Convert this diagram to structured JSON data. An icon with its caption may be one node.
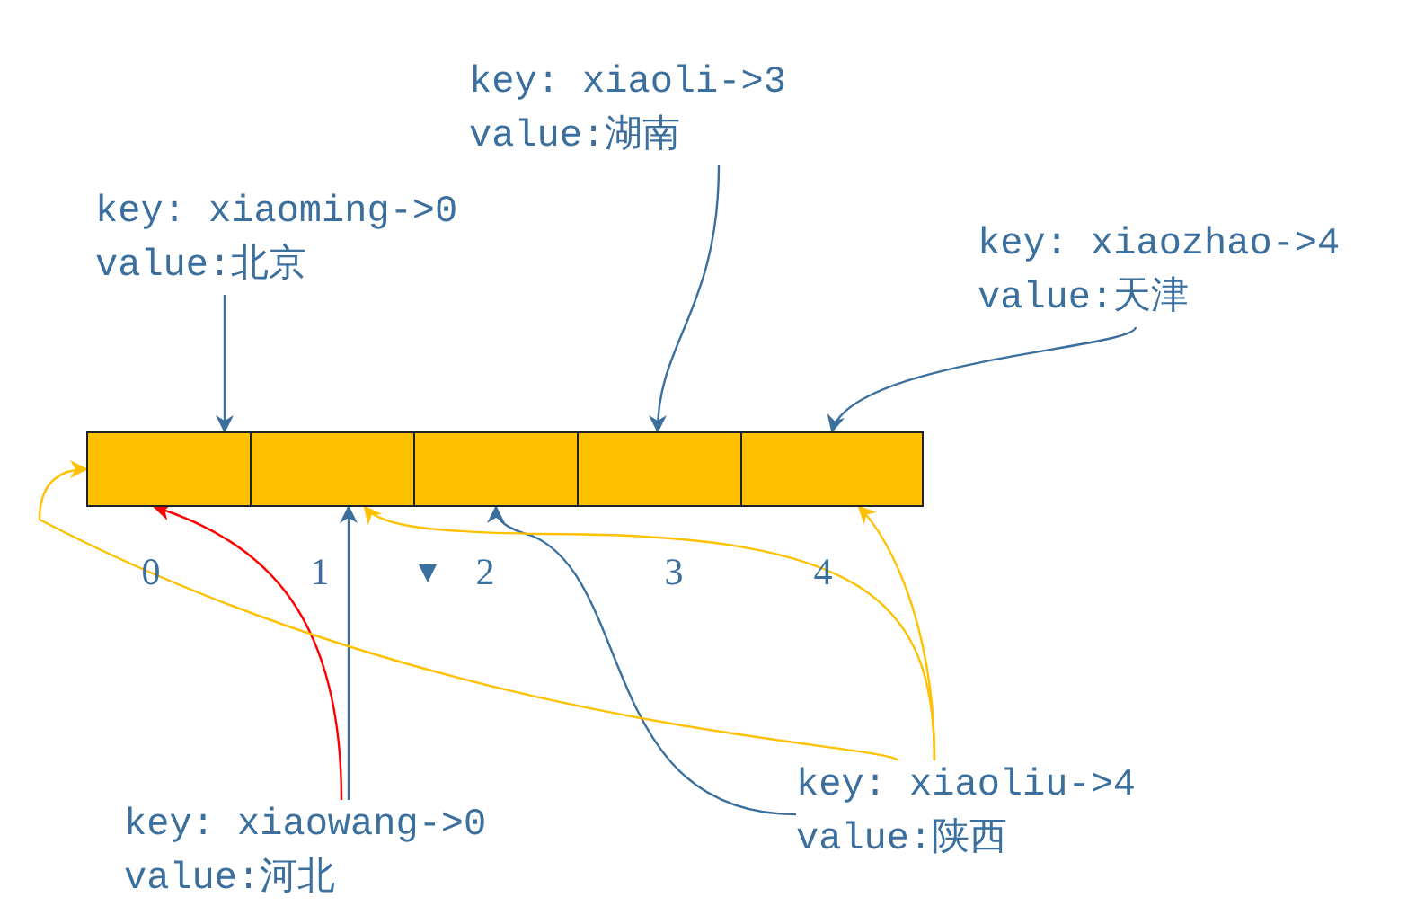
{
  "diagram": {
    "nodes": [
      {
        "text": [],
        "shape": "box"
      },
      {
        "text": [],
        "shape": "box"
      },
      {
        "text": [],
        "shape": "box"
      },
      {
        "text": [],
        "shape": "box"
      },
      {
        "text": [],
        "shape": "box"
      },
      {
        "text": [
          "key: xiaoming->0",
          "value:北京"
        ]
      },
      {
        "text": [
          "key: xiaoli->3",
          "value:湖南"
        ]
      },
      {
        "text": [
          "key: xiaozhao->4",
          "value:天津"
        ]
      },
      {
        "text": [
          "key: xiaowang->0",
          "value:河北"
        ]
      },
      {
        "text": [
          "key: xiaoliu->4",
          "value:陕西"
        ]
      }
    ],
    "edges": [
      {
        "from": 5,
        "to": 0,
        "arrow": "to"
      },
      {
        "from": 6,
        "to": 3,
        "arrow": "to"
      },
      {
        "from": 7,
        "to": 4,
        "arrow": "to"
      },
      {
        "from": 8,
        "to": 0,
        "arrow": "to",
        "color": "#ff0000"
      },
      {
        "from": 8,
        "to": 1,
        "arrow": "to"
      },
      {
        "from": 9,
        "to": 2,
        "arrow": "to"
      },
      {
        "from": 9,
        "to": 0,
        "arrow": "to",
        "color": "#ffc000"
      },
      {
        "from": 9,
        "to": 1,
        "arrow": "to",
        "color": "#ffc000"
      },
      {
        "from": 9,
        "to": 4,
        "arrow": "to",
        "color": "#ffc000"
      }
    ],
    "labels": [
      "0",
      "1",
      "2",
      "3",
      "4"
    ]
  }
}
